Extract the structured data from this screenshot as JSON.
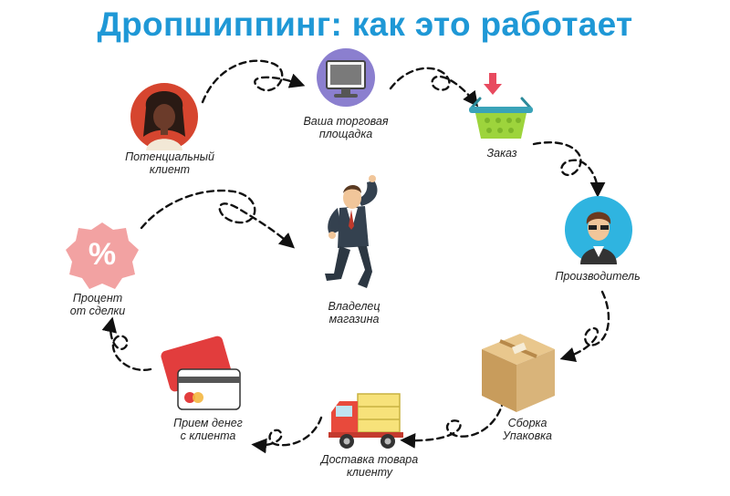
{
  "title": "Дропшиппинг: как это работает",
  "steps": {
    "client": {
      "line1": "Потенциальный",
      "line2": "клиент"
    },
    "platform": {
      "line1": "Ваша торговая",
      "line2": "площадка"
    },
    "order": {
      "line1": "Заказ"
    },
    "manufacturer": {
      "line1": "Производитель"
    },
    "packing": {
      "line1": "Сборка",
      "line2": "Упаковка"
    },
    "delivery": {
      "line1": "Доставка товара",
      "line2": "клиенту"
    },
    "payment": {
      "line1": "Прием денег",
      "line2": "с клиента"
    },
    "percent": {
      "line1": "Процент",
      "line2": "от сделки",
      "badge": "%"
    },
    "owner": {
      "line1": "Владелец",
      "line2": "магазина"
    }
  },
  "colors": {
    "title": "#1f98d6",
    "client_circle": "#d6452f",
    "platform_circle": "#8b7fcf",
    "manufacturer_circle": "#2fb4e0",
    "basket": "#9dd43c",
    "basket_arrow": "#e84a5f",
    "percent_badge": "#f2a2a2",
    "card": "#e23d3d",
    "truck": "#e84a3c",
    "box": "#d9b47a"
  },
  "icons": [
    "woman-avatar-icon",
    "monitor-icon",
    "basket-icon",
    "man-avatar-icon",
    "box-icon",
    "truck-icon",
    "credit-card-icon",
    "percent-badge-icon",
    "businessman-icon"
  ]
}
